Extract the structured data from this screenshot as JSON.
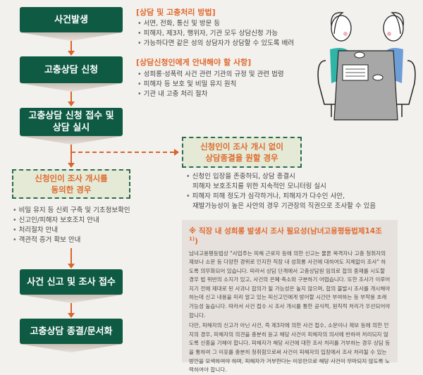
{
  "flow": {
    "steps": [
      {
        "label": "사건발생"
      },
      {
        "label": "고충상담 신청"
      },
      {
        "label": "고충상담 신청 접수 및\n상담 실시"
      },
      {
        "label": "사건 신고 및 조사 접수"
      },
      {
        "label": "고충상담 종결/문서화"
      }
    ],
    "case_consent": {
      "label_line1": "신청인이 조사 개시를",
      "label_line2": "동의한 경우",
      "items": [
        "비밀 유지 등 신뢰 구축 및 기초정보확인",
        "신고인/피해자 보호조치 안내",
        "처리절차 안내",
        "객관적 증거 확보 안내"
      ]
    },
    "case_no_investigation": {
      "label_line1": "신청인이 조사 개시 없이",
      "label_line2": "상담종결을 원할 경우",
      "items": [
        "신청인 입장을 존중하되, 상담 종결시\n피해자 보호조치를 위한 지속적인 모니터링 실시",
        "피해자 피해 정도가 심각하거나, 피해자가 다수인 사안,\n재발가능성이 높은 사안의 경우 기관장의 직권으로 조사할 수 있음"
      ]
    }
  },
  "methods": {
    "title": "[상담 및 고충처리 방법]",
    "items": [
      "서면, 전화, 통신 및 방문 등",
      "피해자, 제3자, 행위자, 기관 모두 상담신청 가능",
      "가능하다면 같은 성의 상담자가 상담할 수 있도록 배려"
    ]
  },
  "guidance": {
    "title": "[상담신청인에게 안내해야 할 사항]",
    "items": [
      "성희롱·성폭력 사건 관련 기관의 규정 및 관련 법령",
      "피해자 등 보호 및 비밀 유지 원칙",
      "기관 내 고충 처리 절차"
    ]
  },
  "note": {
    "title": "※ 직장 내 성희롱 발생시 조사 필요성(남녀고용평등법제14조",
    "title_sup": "1)",
    "title_end": ")",
    "paragraphs": [
      "남녀고용평등법상 \"사업주는 피해 근로자 등에 의한 신고는 물론 목격자나 고충 청취자의 제보나 소문 등 다양한 경위로 인지한 직장 내 성희롱 사건에 대하여도 지체없이 조사\" 하도록 의무화되어 있습니다. 따라서 상담 단계에서 고충상담원 임의로 합의 중재를 시도할 경우 법 위반의 소지가 있고, 사건의 은폐·축소와 구분하기 어렵습니다. 또한 조사가 이루어지기 전에 제대로 된 사과나 합의가 될 가능성은 높지 않으며, 합의 불발시 조사를 개시해야 하는데 신고 내용을 미리 알고 있는 피신고인에게 방어할 시간만 부여하는 등 부작용 초래 가능성 높습니다. 따라서 사건 접수 시 조사 개시를 통한 공식적, 원칙적 처리가 우선되어야 합니다.",
      "다만, 피해자의 신고가 아닌 사건, 즉 제3자에 의한 사건 접수, 소문이나 제보 등에 의한 인지의 경우, 피해자의 의견을 충분히 듣고 해당 사건이 피해자의 의사에 반하여 처리되지 않도록 신중을 기해야 합니다. 피해자가 해당 사건에 대한 조사 처리를 거부하는 경우 상담 등을 통하여 그 이유를 충분히 청취함으로써 사건이 피해자의 입장에서 조사 처리될 수 있는 방안을 모색하여야 하며, 피해자가 거부한다는 이유만으로 해당 사건이 무마되지 않도록 노력하여야 합니다."
    ]
  },
  "colors": {
    "step_green": "#0f5a43",
    "accent_orange": "#e0692e",
    "case_bg": "#e4ead6",
    "note_bg": "#e6e1dc",
    "page_bg": "#f3f1ee"
  }
}
